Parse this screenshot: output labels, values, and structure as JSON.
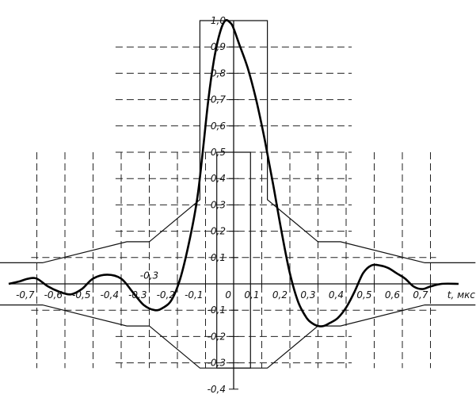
{
  "chart_data": {
    "type": "line",
    "title": "",
    "xlabel": "t, мкс",
    "ylabel": "",
    "xlim": [
      -0.8,
      0.8
    ],
    "ylim": [
      -0.4,
      1.0
    ],
    "grid": true,
    "x_ticks": [
      -0.7,
      -0.6,
      -0.5,
      -0.4,
      -0.3,
      -0.2,
      -0.1,
      0,
      0.1,
      0.2,
      0.3,
      0.4,
      0.5,
      0.6,
      0.7
    ],
    "x_tick_labels": [
      "-0,7",
      "-0,6",
      "-0,5",
      "-0,4",
      "-0,3",
      "-0,2",
      "-0,1",
      "0",
      "0,1",
      "0,2",
      "0,3",
      "0,4",
      "0,5",
      "0,6",
      "0,7"
    ],
    "y_ticks": [
      1.0,
      0.9,
      0.8,
      0.7,
      0.6,
      0.5,
      0.4,
      0.3,
      0.2,
      0.1,
      -0.1,
      -0.2,
      -0.3,
      -0.4
    ],
    "y_tick_labels": [
      "1,0",
      "0,9",
      "0,8",
      "0,7",
      "0,6",
      "0,5",
      "0,4",
      "0,3",
      "0,2",
      "0,1",
      "-0,1",
      "-0,2",
      "-0,3",
      "-0,4"
    ],
    "annotations": [
      {
        "text": "-0,3",
        "x": -0.3,
        "y": 0.02
      }
    ],
    "series": [
      {
        "role": "pulse",
        "x": [
          -0.8,
          -0.76,
          -0.73,
          -0.7,
          -0.66,
          -0.62,
          -0.58,
          -0.54,
          -0.5,
          -0.45,
          -0.4,
          -0.36,
          -0.32,
          -0.28,
          -0.25,
          -0.22,
          -0.19,
          -0.16,
          -0.13,
          -0.11,
          -0.09,
          -0.07,
          -0.05,
          -0.03,
          -0.01,
          0,
          0.02,
          0.05,
          0.08,
          0.11,
          0.14,
          0.17,
          0.2,
          0.23,
          0.26,
          0.28,
          0.3,
          0.32,
          0.34,
          0.37,
          0.4,
          0.43,
          0.46,
          0.49,
          0.52,
          0.55,
          0.58,
          0.61,
          0.64,
          0.67,
          0.7,
          0.74,
          0.8
        ],
        "y": [
          0,
          0.01,
          0.02,
          0.02,
          -0.01,
          -0.03,
          -0.04,
          -0.02,
          0.02,
          0.035,
          0.02,
          -0.03,
          -0.08,
          -0.1,
          -0.09,
          -0.06,
          0.02,
          0.15,
          0.32,
          0.5,
          0.7,
          0.85,
          0.95,
          1.0,
          0.99,
          0.97,
          0.91,
          0.82,
          0.7,
          0.55,
          0.38,
          0.2,
          0.04,
          -0.07,
          -0.13,
          -0.15,
          -0.16,
          -0.16,
          -0.15,
          -0.13,
          -0.09,
          -0.03,
          0.04,
          0.07,
          0.07,
          0.06,
          0.04,
          0.02,
          -0.01,
          -0.02,
          -0.01,
          0,
          0
        ]
      },
      {
        "role": "upper-boundary",
        "x": [
          -0.86,
          -0.68,
          -0.38,
          -0.3,
          -0.12,
          -0.12,
          0.12,
          0.12,
          0.3,
          0.38,
          0.68,
          0.86
        ],
        "y": [
          0.08,
          0.08,
          0.16,
          0.16,
          0.32,
          1.0,
          1.0,
          0.32,
          0.16,
          0.16,
          0.08,
          0.08
        ]
      },
      {
        "role": "lower-boundary",
        "x": [
          -0.86,
          -0.68,
          -0.38,
          -0.3,
          -0.12,
          0.12,
          0.3,
          0.38,
          0.68,
          0.86
        ],
        "y": [
          -0.08,
          -0.08,
          -0.16,
          -0.16,
          -0.32,
          -0.32,
          -0.16,
          -0.16,
          -0.08,
          -0.08
        ]
      },
      {
        "role": "half-level-rectangle",
        "x": [
          -0.06,
          0.06,
          0.06,
          -0.06,
          -0.06
        ],
        "y": [
          0.5,
          0.5,
          -0.32,
          -0.32,
          0.5
        ]
      }
    ]
  }
}
